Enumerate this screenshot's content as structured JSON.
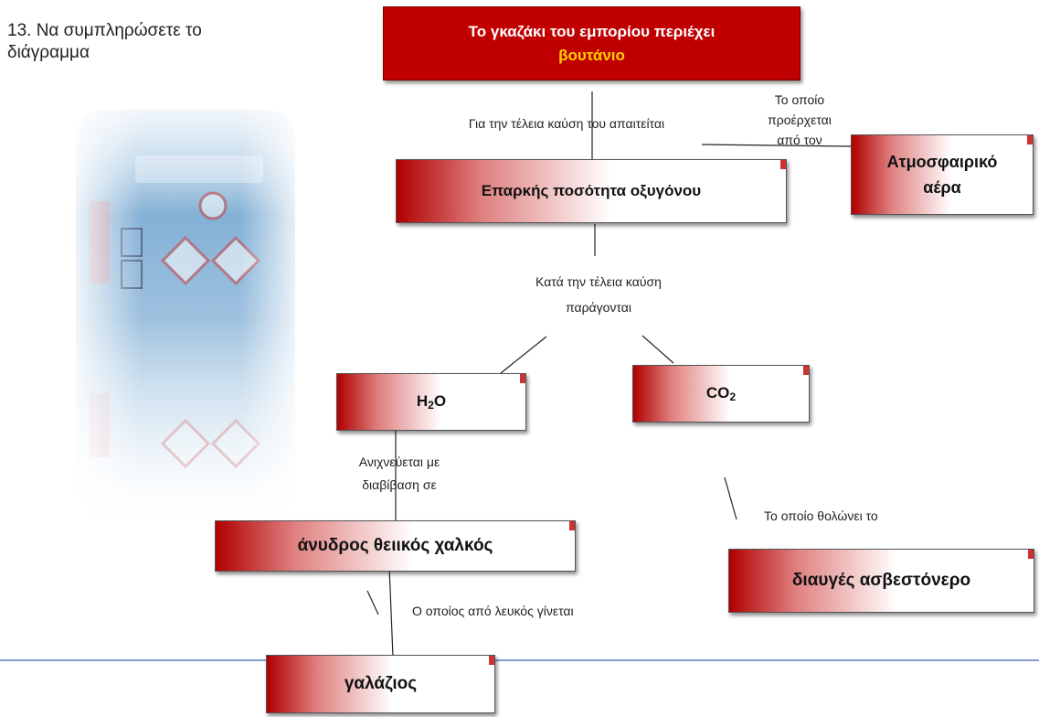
{
  "question": {
    "line1": "13. Να συμπληρώσετε το",
    "line2": "διάγραμμα"
  },
  "image": {
    "icon": "gas-canister-image"
  },
  "nodes": {
    "top": {
      "text": "Το γκαζάκι  του εμπορίου περιέχει",
      "highlight": "βουτάνιο"
    },
    "oxygen": {
      "text": "Επαρκής ποσότητα οξυγόνου"
    },
    "air": {
      "line1": "Ατμοσφαιρικό",
      "line2": "αέρα"
    },
    "water": {
      "base": "H",
      "sub": "2",
      "rest": "O"
    },
    "co2": {
      "base": "CO",
      "sub": "2"
    },
    "copper": {
      "text": "άνυδρος θειικός χαλκός"
    },
    "limewater": {
      "text": "διαυγές ασβεστόνερο"
    },
    "blue": {
      "text": "γαλάζιος"
    }
  },
  "labels": {
    "requires": "Για την τέλεια καύση του απαιτείται",
    "comes_from": {
      "line1": "Το οποίο",
      "line2": "προέρχεται",
      "line3": "από τον"
    },
    "produced": {
      "line1": "Κατά την τέλεια καύση",
      "line2": "παράγονται"
    },
    "detected": {
      "line1": "Ανιχνεύεται με",
      "line2": "διαβίβαση σε"
    },
    "clouds": "Το οποίο θολώνει το",
    "turns": "Ο οποίος από λευκός γίνεται"
  },
  "colors": {
    "box_red": "#c00000",
    "highlight": "#ffd000",
    "rule_line": "#5b7fc2"
  }
}
